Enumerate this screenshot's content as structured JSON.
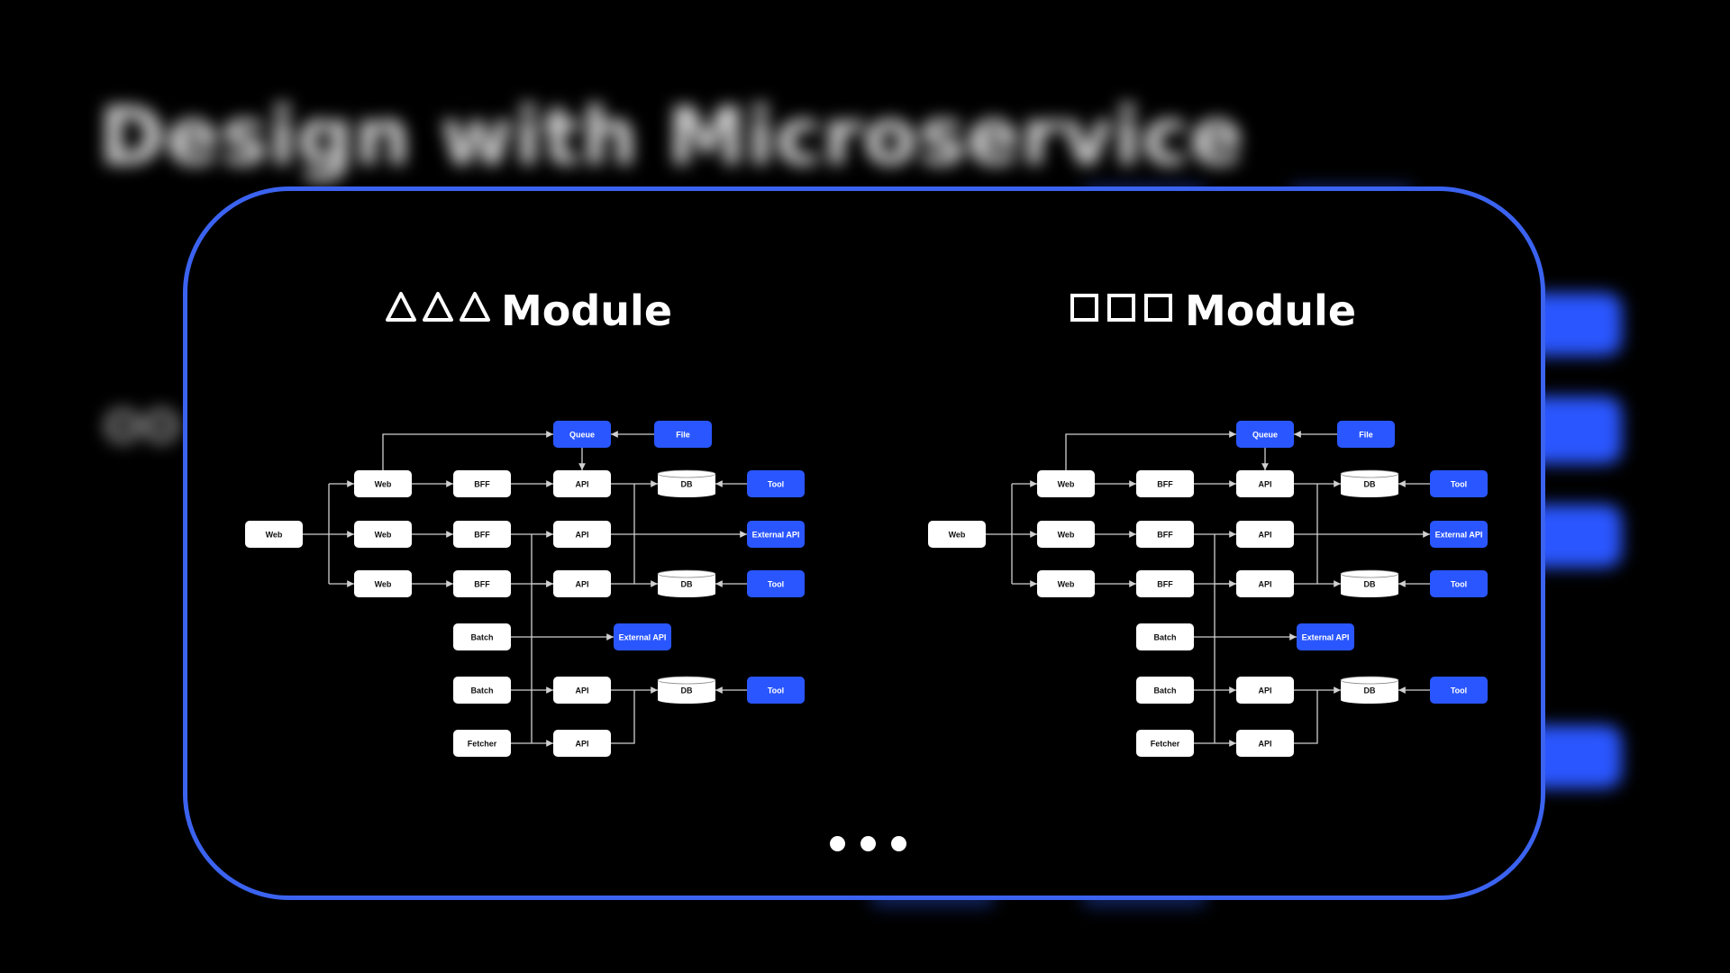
{
  "background": {
    "title": "Design with Microservice",
    "fragment": "OO"
  },
  "modules": [
    {
      "shape": "triangle",
      "shape_count": 3,
      "label": "Module"
    },
    {
      "shape": "square",
      "shape_count": 3,
      "label": "Module"
    }
  ],
  "diagram_nodes": {
    "web": "Web",
    "bff": "BFF",
    "api": "API",
    "db": "DB",
    "queue": "Queue",
    "file": "File",
    "tool": "Tool",
    "external_api": "External API",
    "batch": "Batch",
    "fetcher": "Fetcher"
  },
  "pager": {
    "dots": 3
  },
  "colors": {
    "accent": "#2a56ff",
    "border": "#3b63f0",
    "background": "#000000",
    "node_fill": "#ffffff"
  }
}
